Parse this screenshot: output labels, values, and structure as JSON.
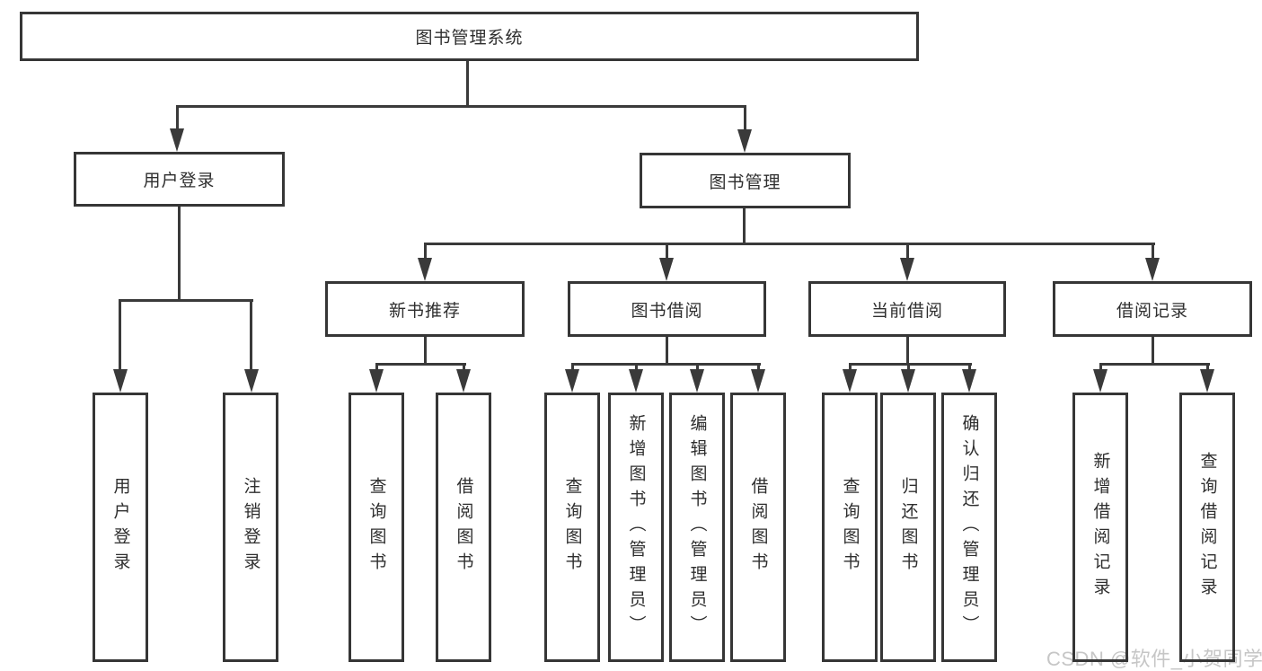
{
  "diagram": {
    "root": {
      "label": "图书管理系统"
    },
    "branches": [
      {
        "label": "用户登录",
        "children": [
          "用户登录",
          "注销登录"
        ]
      },
      {
        "label": "图书管理",
        "groups": [
          {
            "label": "新书推荐",
            "children": [
              "查询图书",
              "借阅图书"
            ]
          },
          {
            "label": "图书借阅",
            "children": [
              "查询图书",
              "新增图书（管理员）",
              "编辑图书（管理员）",
              "借阅图书"
            ]
          },
          {
            "label": "当前借阅",
            "children": [
              "查询图书",
              "归还图书",
              "确认归还（管理员）"
            ]
          },
          {
            "label": "借阅记录",
            "children": [
              "新增借阅记录",
              "查询借阅记录"
            ]
          }
        ]
      }
    ],
    "watermark": "CSDN @软件_小贺同学",
    "colors": {
      "line": "#3a3a3a",
      "box_border": "#363636",
      "text": "#2e2e2e",
      "watermark": "#c6c6c6",
      "background": "#ffffff"
    }
  }
}
